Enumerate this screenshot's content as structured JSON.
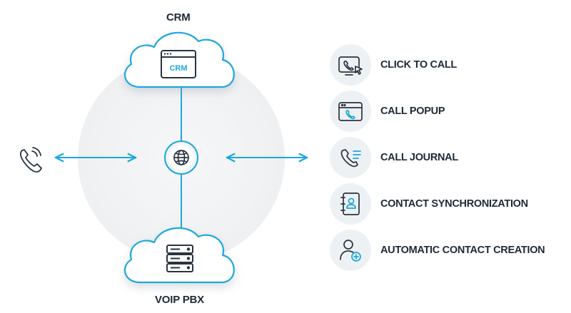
{
  "diagram": {
    "top_node": {
      "label": "CRM",
      "window_text": "CRM",
      "icon": "browser-window-icon"
    },
    "bottom_node": {
      "label": "VOIP PBX",
      "icon": "server-stack-icon"
    },
    "hub": {
      "icon": "globe-icon"
    },
    "left_endpoint": {
      "icon": "phone-ringing-icon"
    }
  },
  "features": [
    {
      "label": "CLICK TO CALL",
      "icon": "click-to-call-icon"
    },
    {
      "label": "CALL POPUP",
      "icon": "call-popup-icon"
    },
    {
      "label": "CALL JOURNAL",
      "icon": "call-journal-icon"
    },
    {
      "label": "CONTACT SYNCHRONIZATION",
      "icon": "contact-book-icon"
    },
    {
      "label": "AUTOMATIC CONTACT CREATION",
      "icon": "add-contact-icon"
    }
  ],
  "colors": {
    "accent": "#1da7de",
    "text": "#1f2a36",
    "icon_stroke": "#2a3440",
    "backdrop": "#f1f2f4"
  }
}
